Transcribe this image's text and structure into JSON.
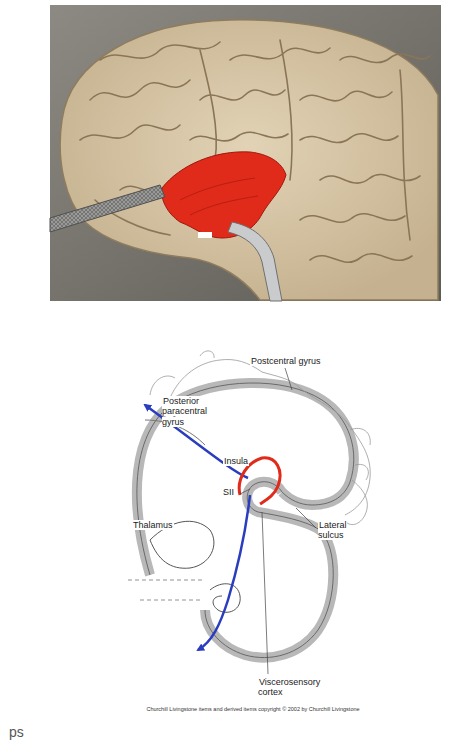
{
  "diagram": {
    "labels": [
      "Postcentral gyrus",
      "Posterior paracentral gyrus",
      "Insula",
      "SII",
      "Thalamus",
      "Lateral sulcus",
      "Viscerosensory cortex",
      "Churchill Livingstone items and derived items copyright © 2002 by Churchill Livingstone",
      "ps"
    ]
  }
}
